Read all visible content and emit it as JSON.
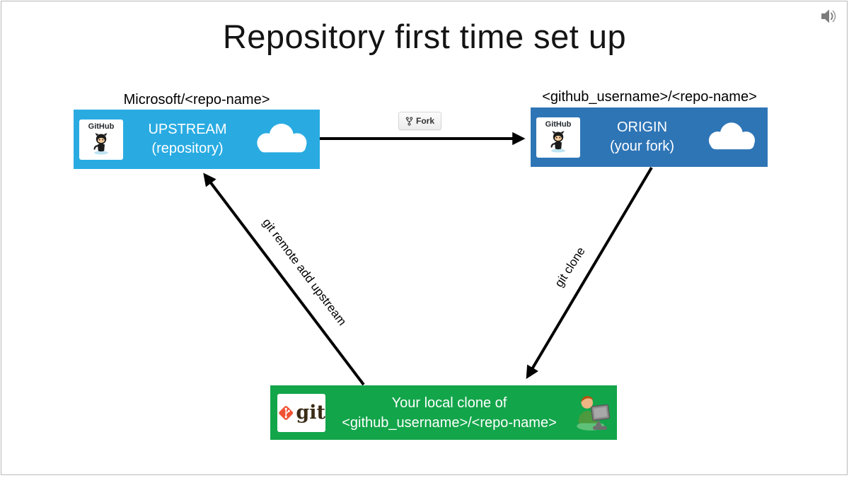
{
  "slide": {
    "title": "Repository first time set up"
  },
  "colors": {
    "upstream_bg": "#29ABE2",
    "origin_bg": "#2E75B6",
    "local_bg": "#13A54A",
    "git_orange": "#F05133",
    "arrow": "#000000"
  },
  "boxes": {
    "upstream": {
      "label_above": "Microsoft/<repo-name>",
      "title": "UPSTREAM",
      "subtitle": "(repository)",
      "logo_text": "GitHub"
    },
    "origin": {
      "label_above": "<github_username>/<repo-name>",
      "title": "ORIGIN",
      "subtitle": "(your fork)",
      "logo_text": "GitHub"
    },
    "local": {
      "line1": "Your local clone of",
      "line2": "<github_username>/<repo-name>",
      "logo_text": "git"
    }
  },
  "fork_button": {
    "label": "Fork"
  },
  "arrow_labels": {
    "clone": "git clone",
    "remote_add": "git remote add upstream"
  }
}
